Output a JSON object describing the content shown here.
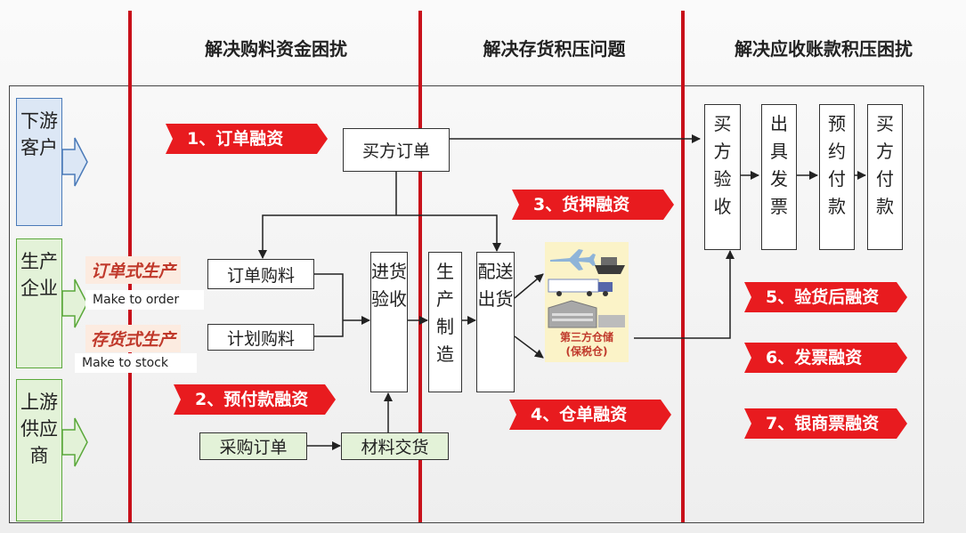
{
  "phases": [
    "解决购料资金困扰",
    "解决存货积压问题",
    "解决应收账款积压困扰"
  ],
  "actors": {
    "downstream": "下游客户",
    "producer": "生产企业",
    "upstream": "上游供应商"
  },
  "production_modes": {
    "order_cn": "订单式生产",
    "order_en": "Make to order",
    "stock_cn": "存货式生产",
    "stock_en": "Make to stock"
  },
  "process": {
    "buyer_order": "买方订单",
    "order_purchase": "订单购料",
    "plan_purchase": "计划购料",
    "incoming_inspection": "进货验收",
    "manufacturing": "生产制造",
    "delivery": "配送出货",
    "purchase_order": "采购订单",
    "material_delivery": "材料交货",
    "buyer_acceptance": "买方验收",
    "issue_invoice": "出具发票",
    "scheduled_payment": "预约付款",
    "buyer_payment": "买方付款",
    "warehouse_line1": "第三方仓储",
    "warehouse_line2": "(保税仓)"
  },
  "financing": {
    "f1": "1、订单融资",
    "f2": "2、预付款融资",
    "f3": "3、货押融资",
    "f4": "4、仓单融资",
    "f5": "5、验货后融资",
    "f6": "6、发票融资",
    "f7": "7、银商票融资"
  },
  "colors": {
    "accent_red": "#e81b1f",
    "divider_red": "#c8101a",
    "actor_blue_border": "#4a7ab8",
    "actor_blue_fill": "#dce7f5",
    "actor_green_border": "#5aa83a",
    "actor_green_fill": "#e3f2d8"
  }
}
